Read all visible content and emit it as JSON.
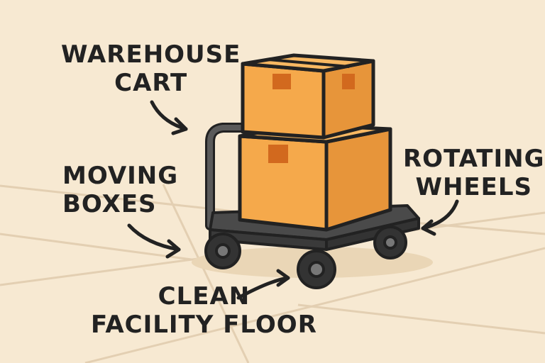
{
  "background_color": "#f7e9d2",
  "colors": {
    "box_main": "#f5a94b",
    "box_shade": "#e7953a",
    "tape": "#d2691e",
    "outline": "#222222",
    "cart_frame": "#5a5a5a",
    "wheel": "#333333",
    "floor_line": "#e3cfb2"
  },
  "labels": {
    "warehouse_cart": [
      "WAREHOUSE",
      "CART"
    ],
    "moving_boxes": [
      "MOVING",
      "BOXES"
    ],
    "rotating_wheels": [
      "ROTATING",
      "WHEELS"
    ],
    "clean_facility_floor": [
      "CLEAN",
      "FACILITY FLOOR"
    ]
  },
  "icons": {
    "cart": "cart-icon",
    "boxes": "moving-box-icon",
    "wheel": "wheel-icon",
    "arrow": "curved-arrow-icon"
  }
}
